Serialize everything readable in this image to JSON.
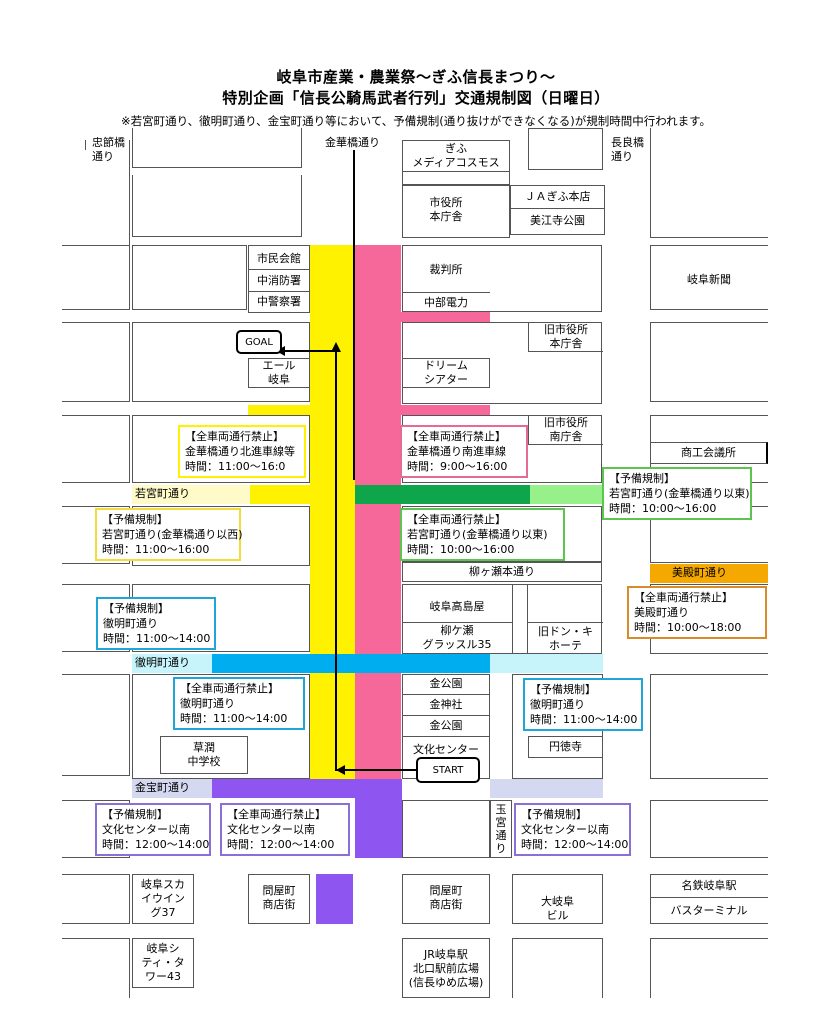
{
  "header": {
    "title_line1": "岐阜市産業・農業祭～ぎふ信長まつり～",
    "title_line2": "特別企画「信長公騎馬武者行列」交通規制図（日曜日）",
    "note": "※若宮町通り、徹明町通り、金宝町通り等において、予備規制(通り抜けができなくなる)が規制時間中行われます。"
  },
  "streets": {
    "chusetsu": "忠節橋\n通り",
    "kinkabashi": "金華橋通り",
    "nagarabashi": "長良橋\n通り",
    "wakamiya": "若宮町通り",
    "yanagase": "柳ヶ瀬本通り",
    "mitono": "美殿町通り",
    "tetsumei": "徹明町通り",
    "kinpo": "金宝町通り",
    "tamamiya": "玉宮通り"
  },
  "buildings": {
    "gifu_media": "ぎふ\nメディアコスモス",
    "ja": "ＪＡぎふ本店",
    "city_hall": "市役所\n本庁舎",
    "mieji": "美江寺公園",
    "shimin_kaikan": "市民会館",
    "naka_fire": "中消防署",
    "naka_police": "中警察署",
    "court": "裁判所",
    "chubu_denryoku": "中部電力",
    "gifu_shinbun": "岐阜新聞",
    "old_city_hall": "旧市役所\n本庁舎",
    "ale_gifu": "エール\n岐阜",
    "dream_theater": "ドリーム\nシアター",
    "old_city_south": "旧市役所\n南庁舎",
    "shoko": "商工会議所",
    "takashimaya": "岐阜高島屋",
    "grassle": "柳ケ瀬\nグラッスル35",
    "don_quijote": "旧ドン・キ\nホーテ",
    "kin_koen": "金公園",
    "kin_jinja": "金神社",
    "kin_koen2": "金公園",
    "bunka_center": "文化センター",
    "entokuji": "円徳寺",
    "kusajun": "草潤\n中学校",
    "sky_wing": "岐阜スカ\nイウイン\nグ37",
    "tonyacho_left": "問屋町\n商店街",
    "tonyacho_right": "問屋町\n商店街",
    "dai_gifu": "大岐阜\nビル",
    "meitetsu": "名鉄岐阜駅",
    "bus_terminal": "バスターミナル",
    "gifu_city_tower": "岐阜シ\nティ・タ\nワー43",
    "jr_gifu": "JR岐阜駅\n北口駅前広場\n(信長ゆめ広場)"
  },
  "markers": {
    "goal": "GOAL",
    "start": "START"
  },
  "regulation_boxes": [
    {
      "type": "【全車両通行禁止】",
      "place": "金華橋通り北進車線等",
      "time": "時間：11:00～16:0"
    },
    {
      "type": "【全車両通行禁止】",
      "place": "金華橋通り南進車線",
      "time": "時間：9:00～16:00"
    },
    {
      "type": "【予備規制】",
      "place": "若宮町通り(金華橋通り以東)",
      "time": "時間：10:00～16:00"
    },
    {
      "type": "【予備規制】",
      "place": "若宮町通り(金華橋通り以西)",
      "time": "時間：11:00～16:00"
    },
    {
      "type": "【全車両通行禁止】",
      "place": "若宮町通り(金華橋通り以東)",
      "time": "時間：10:00～16:00"
    },
    {
      "type": "【全車両通行禁止】",
      "place": "美殿町通り",
      "time": "時間：10:00～18:00"
    },
    {
      "type": "【予備規制】",
      "place": "徹明町通り",
      "time": "時間：11:00～14:00"
    },
    {
      "type": "【全車両通行禁止】",
      "place": "徹明町通り",
      "time": "時間：11:00～14:00"
    },
    {
      "type": "【予備規制】",
      "place": "徹明町通り",
      "time": "時間：11:00～14:00"
    },
    {
      "type": "【予備規制】",
      "place": "文化センター以南",
      "time": "時間：12:00～14:00"
    },
    {
      "type": "【全車両通行禁止】",
      "place": "文化センター以南",
      "time": "時間：12:00～14:00"
    },
    {
      "type": "【予備規制】",
      "place": "文化センター以南",
      "time": "時間：12:00～14:00"
    }
  ],
  "colors": {
    "yellow": "#fff200",
    "pink": "#f7689a",
    "green": "#0fa64b",
    "light_green": "#98f08a",
    "orange": "#f5a800",
    "blue": "#00aeef",
    "light_blue": "#c6f4fa",
    "purple": "#8f55f0",
    "light_purple": "#d4d8f0",
    "light_yellow": "#fffbc8",
    "cyan_box": "#1fa5d6",
    "orange_box": "#d98b2b",
    "purple_box": "#8a6fd6",
    "pink_box": "#e36b95"
  }
}
